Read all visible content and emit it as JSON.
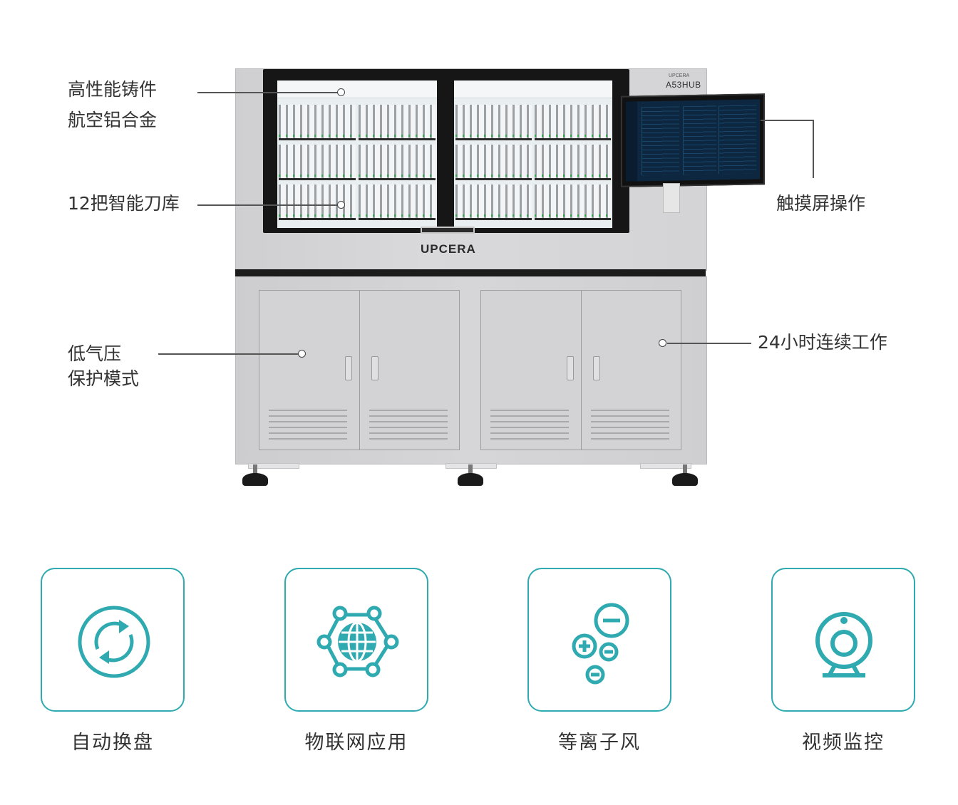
{
  "product": {
    "brand": "UPCERA",
    "model_small": "UPCERA",
    "model": "A53HUB"
  },
  "callouts": {
    "casting_line1": "高性能铸件",
    "casting_line2": "航空铝合金",
    "tool_magazine": "12把智能刀库",
    "touchscreen": "触摸屏操作",
    "low_pressure_line1": "低气压",
    "low_pressure_line2": "保护模式",
    "continuous": "24小时连续工作"
  },
  "features": [
    {
      "label": "自动换盘",
      "icon": "rotate-arrows-icon"
    },
    {
      "label": "物联网应用",
      "icon": "iot-globe-network-icon"
    },
    {
      "label": "等离子风",
      "icon": "plasma-ions-icon"
    },
    {
      "label": "视频监控",
      "icon": "webcam-icon"
    }
  ],
  "colors": {
    "accent": "#2eaab0",
    "text": "#333333"
  }
}
